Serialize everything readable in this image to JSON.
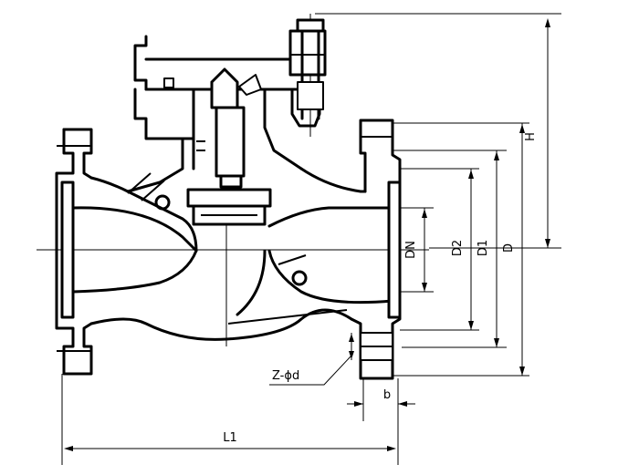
{
  "labels": {
    "H": "H",
    "DN": "DN",
    "D2": "D2",
    "D1": "D1",
    "D": "D",
    "L1": "L1",
    "bolt_holes": "Z-ϕd",
    "b": "b"
  },
  "colors": {
    "ink": "#000000",
    "paper": "#ffffff"
  }
}
